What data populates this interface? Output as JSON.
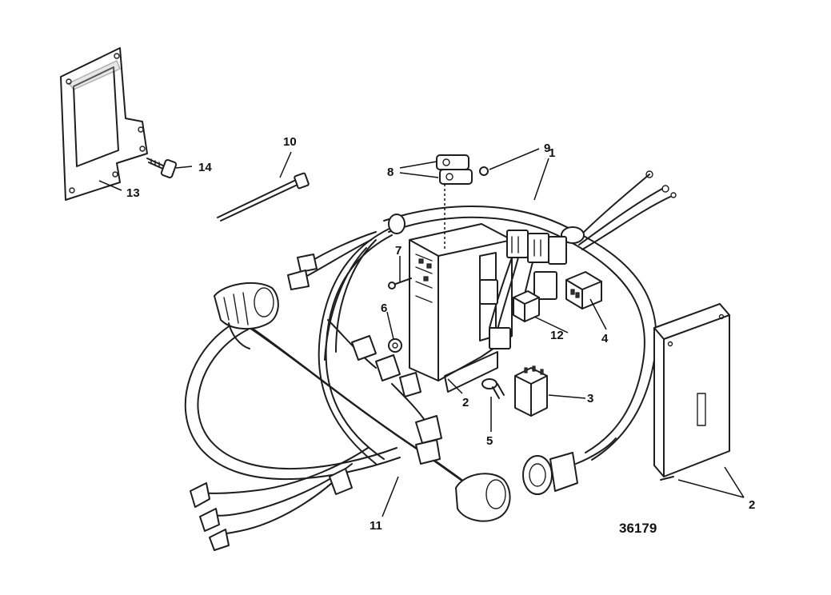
{
  "diagram": {
    "figure_number": "36179",
    "callouts": {
      "c1": "1",
      "c2a": "2",
      "c2b": "2",
      "c3": "3",
      "c4": "4",
      "c5": "5",
      "c6": "6",
      "c7": "7",
      "c8": "8",
      "c9": "9",
      "c10": "10",
      "c11": "11",
      "c12": "12",
      "c13": "13",
      "c14": "14"
    }
  }
}
